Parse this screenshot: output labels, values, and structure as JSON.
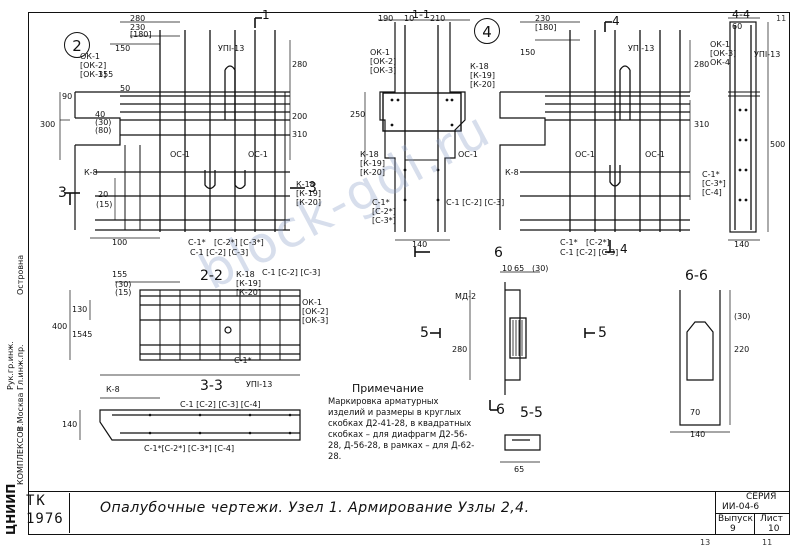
{
  "title_block": {
    "code_top": "ТК",
    "code_year": "1976",
    "title": "Опалубочные чертежи. Узел 1.  Армирование  Узлы 2,4.",
    "seria_label": "СЕРИЯ",
    "seria_value": "ИИ-04-6",
    "vypusk_label": "Выпуск",
    "vypusk_value": "9",
    "list_label": "Лист",
    "list_value": "10"
  },
  "side_stamp": {
    "org": "ЦНИИП",
    "org2": "КОМПЛЕКСОВ",
    "city": "г.Москва",
    "role1": "Гл.инж.пр.",
    "role2": "Рук.гр.инж.",
    "name": "Островна"
  },
  "sheet_corner": "11",
  "bottom_corner": "13",
  "bottom_right_corner": "11",
  "node_labels": {
    "node2": "2",
    "node4": "4"
  },
  "sections": {
    "s11": "1-1",
    "s44": "4-4",
    "s22": "2-2",
    "s33": "3-3",
    "s55": "5-5",
    "s66": "6-6",
    "cut1": "1",
    "cut3": "3",
    "cut4": "4",
    "cut5": "5",
    "cut6": "6"
  },
  "labels": {
    "ok1": "ОК-1",
    "ok2": "[ОК-2]",
    "ok3": "[ОК-3]",
    "ok4": "ОК-4",
    "upi13": "УПI-13",
    "k8": "К-8",
    "k18": "К-18",
    "k19": "[К-19]",
    "k20": "[К-20]",
    "oc1": "ОС-1",
    "c1": "С-1*",
    "c2": "[С-2*]",
    "c3": "[С-3*]",
    "c4": "[С-4]",
    "c1plain": "С-1 [С-2] [С-3]",
    "c1row33": "С-1 [С-2] [С-3] [С-4]",
    "c1row33b": "С-1*[С-2*] [С-3*] [С-4]",
    "md2": "МД-2",
    "d280": "280",
    "d230": "230",
    "d180": "[180]",
    "d150": "150",
    "d155": "155",
    "d90": "90",
    "d40": "40",
    "d30b": "(30)",
    "d80": "(80)",
    "d300": "300",
    "d50": "50",
    "d20": "20",
    "d15": "(15)",
    "d100": "100",
    "d200": "200",
    "d310": "310",
    "d210": "210",
    "d250": "250",
    "d190": "190",
    "d140": "140",
    "d400": "400",
    "d130": "130",
    "d1545": "1545",
    "d500": "500",
    "d60": "60",
    "d10": "10",
    "d65": "65",
    "d220": "220",
    "d70": "70"
  },
  "note": {
    "title": "Примечание",
    "text": "Маркировка арматурных изделий и размеры в круглых скобках Д2-41-28, в квадратных скобках – для диафрагм Д2-56-28, Д-56-28, в рамках – для Д-62-28."
  },
  "watermark": "block-gdi.ru"
}
